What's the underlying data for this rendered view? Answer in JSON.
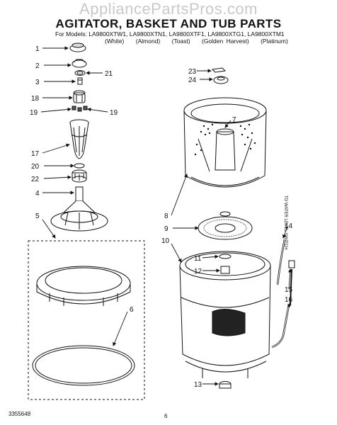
{
  "watermark": "AppliancePartsPros.com",
  "title": "AGITATOR, BASKET AND TUB PARTS",
  "models_line": "For Models: LA9800XTW1, LA9800XTN1, LA9800XTF1, LA9800XTG1, LA9800XTM1",
  "colors": [
    "(White)",
    "(Almond)",
    "(Toast)",
    "(Golden Harvest)",
    "(Platinum)"
  ],
  "side_note": "TO WATER LEVEL SWITCH",
  "doc_number": "3355648",
  "page_number": "6",
  "callouts": {
    "c1": "1",
    "c2": "2",
    "c3": "3",
    "c21": "21",
    "c18": "18",
    "c19a": "19",
    "c19b": "19",
    "c17": "17",
    "c20": "20",
    "c22": "22",
    "c4": "4",
    "c5": "5",
    "c6": "6",
    "c23": "23",
    "c24": "24",
    "c7": "7",
    "c8": "8",
    "c9": "9",
    "c10": "10",
    "c11": "11",
    "c12": "12",
    "c13": "13",
    "c14": "14",
    "c15": "15",
    "c16": "16"
  }
}
